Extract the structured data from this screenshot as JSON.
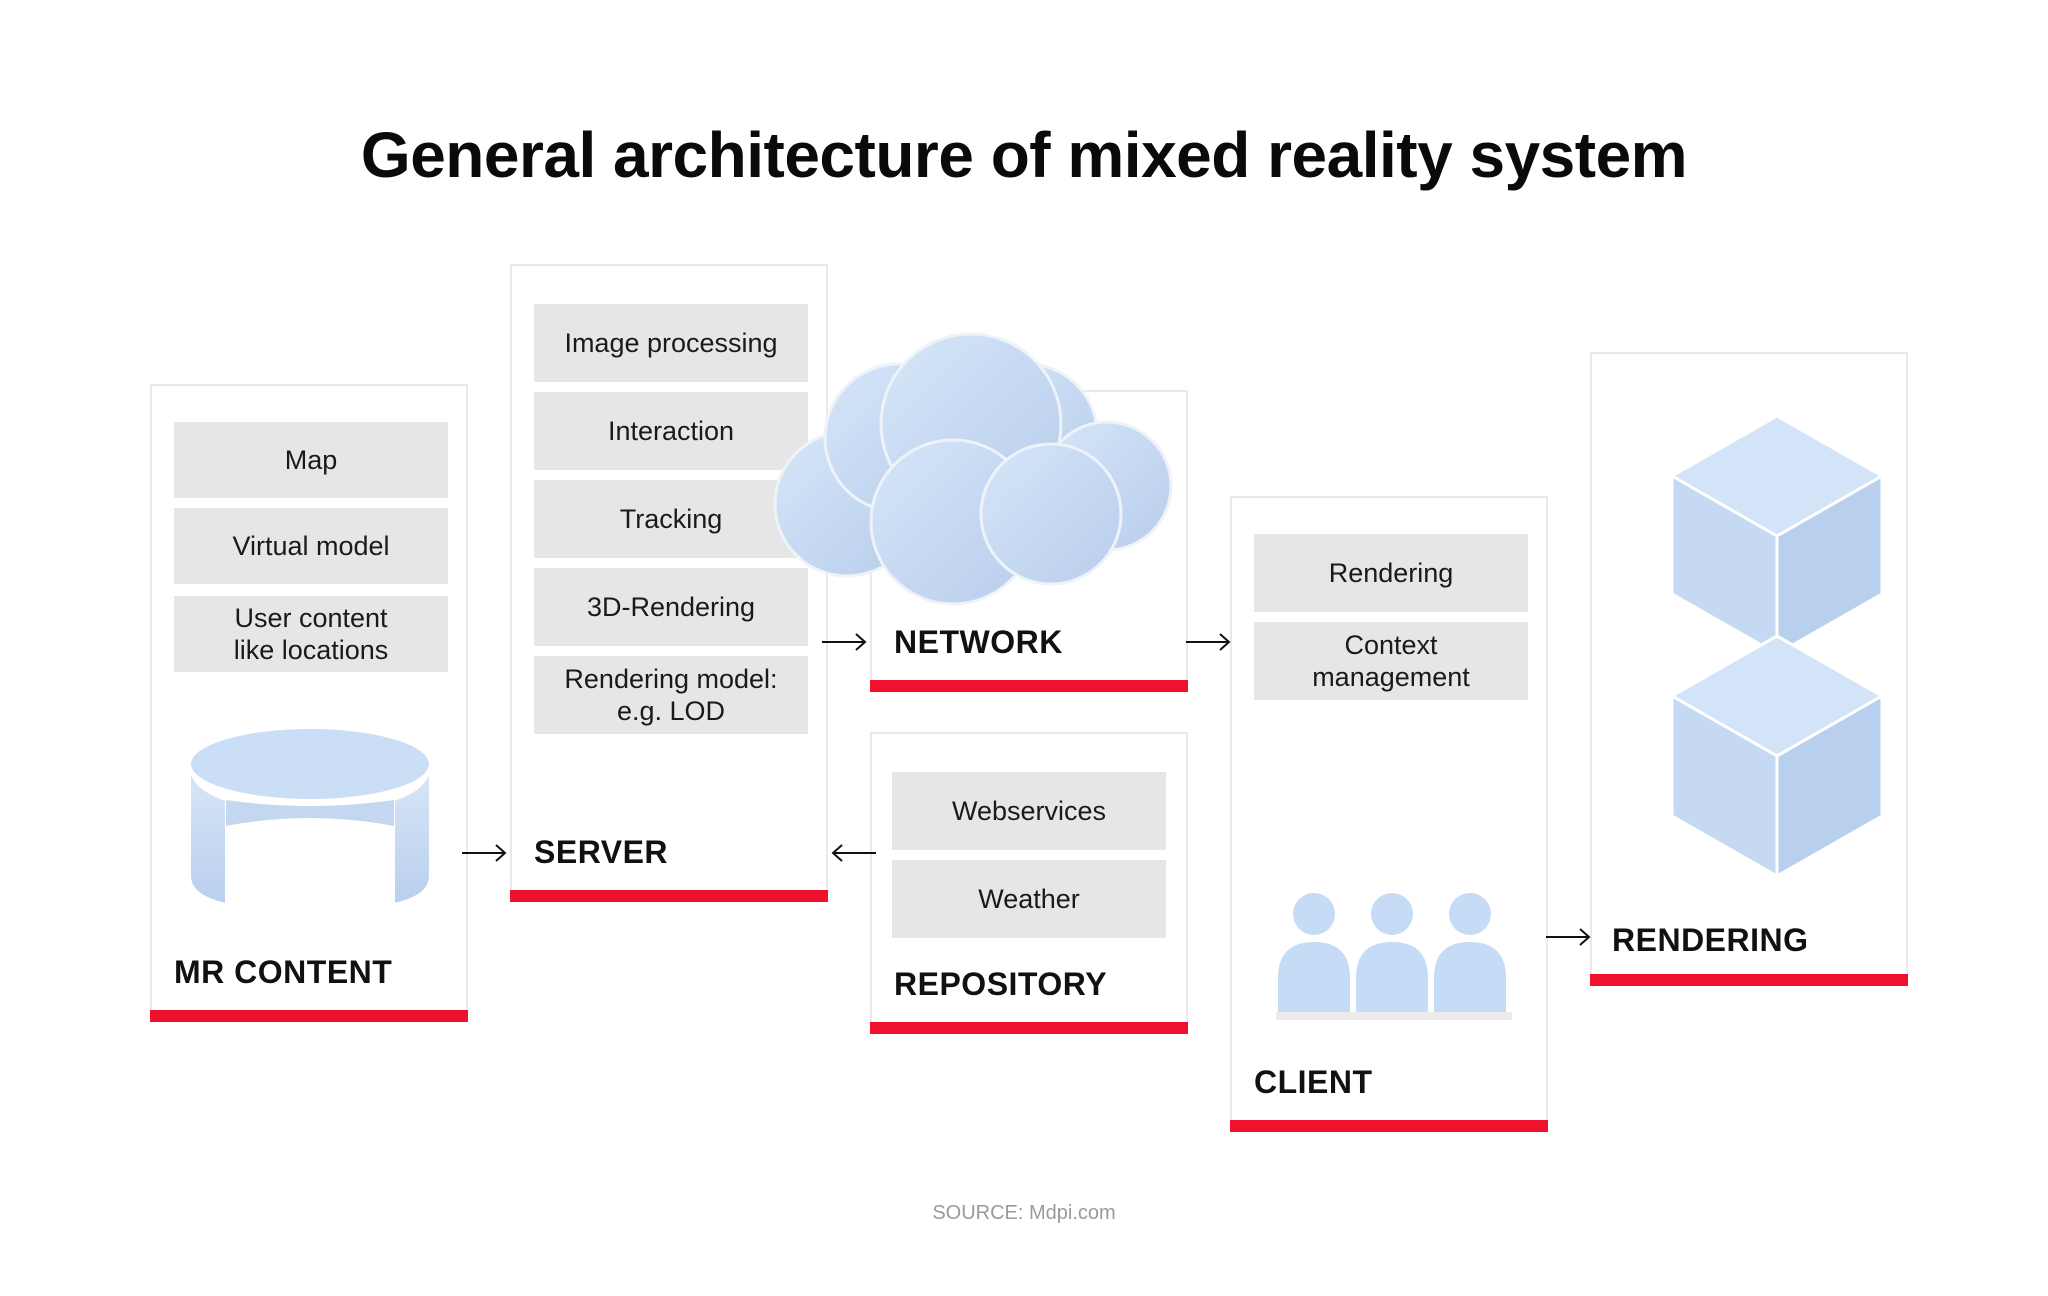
{
  "title": "General architecture of mixed reality system",
  "source": "SOURCE: Mdpi.com",
  "colors": {
    "accent": "#f0112e",
    "item_bg": "#e6e6e6",
    "shape_fill": "#c8dcf4"
  },
  "panels": {
    "mr_content": {
      "label": "MR CONTENT",
      "items": [
        "Map",
        "Virtual model",
        "User content\nlike locations"
      ],
      "icon": "database-icon"
    },
    "server": {
      "label": "SERVER",
      "items": [
        "Image processing",
        "Interaction",
        "Tracking",
        "3D-Rendering",
        "Rendering model:\ne.g. LOD"
      ]
    },
    "network": {
      "label": "NETWORK",
      "icon": "cloud-icon"
    },
    "repository": {
      "label": "REPOSITORY",
      "items": [
        "Webservices",
        "Weather"
      ]
    },
    "client": {
      "label": "CLIENT",
      "items": [
        "Rendering",
        "Context\nmanagement"
      ],
      "icon": "users-icon"
    },
    "rendering": {
      "label": "RENDERING",
      "icon": "cubes-icon"
    }
  }
}
